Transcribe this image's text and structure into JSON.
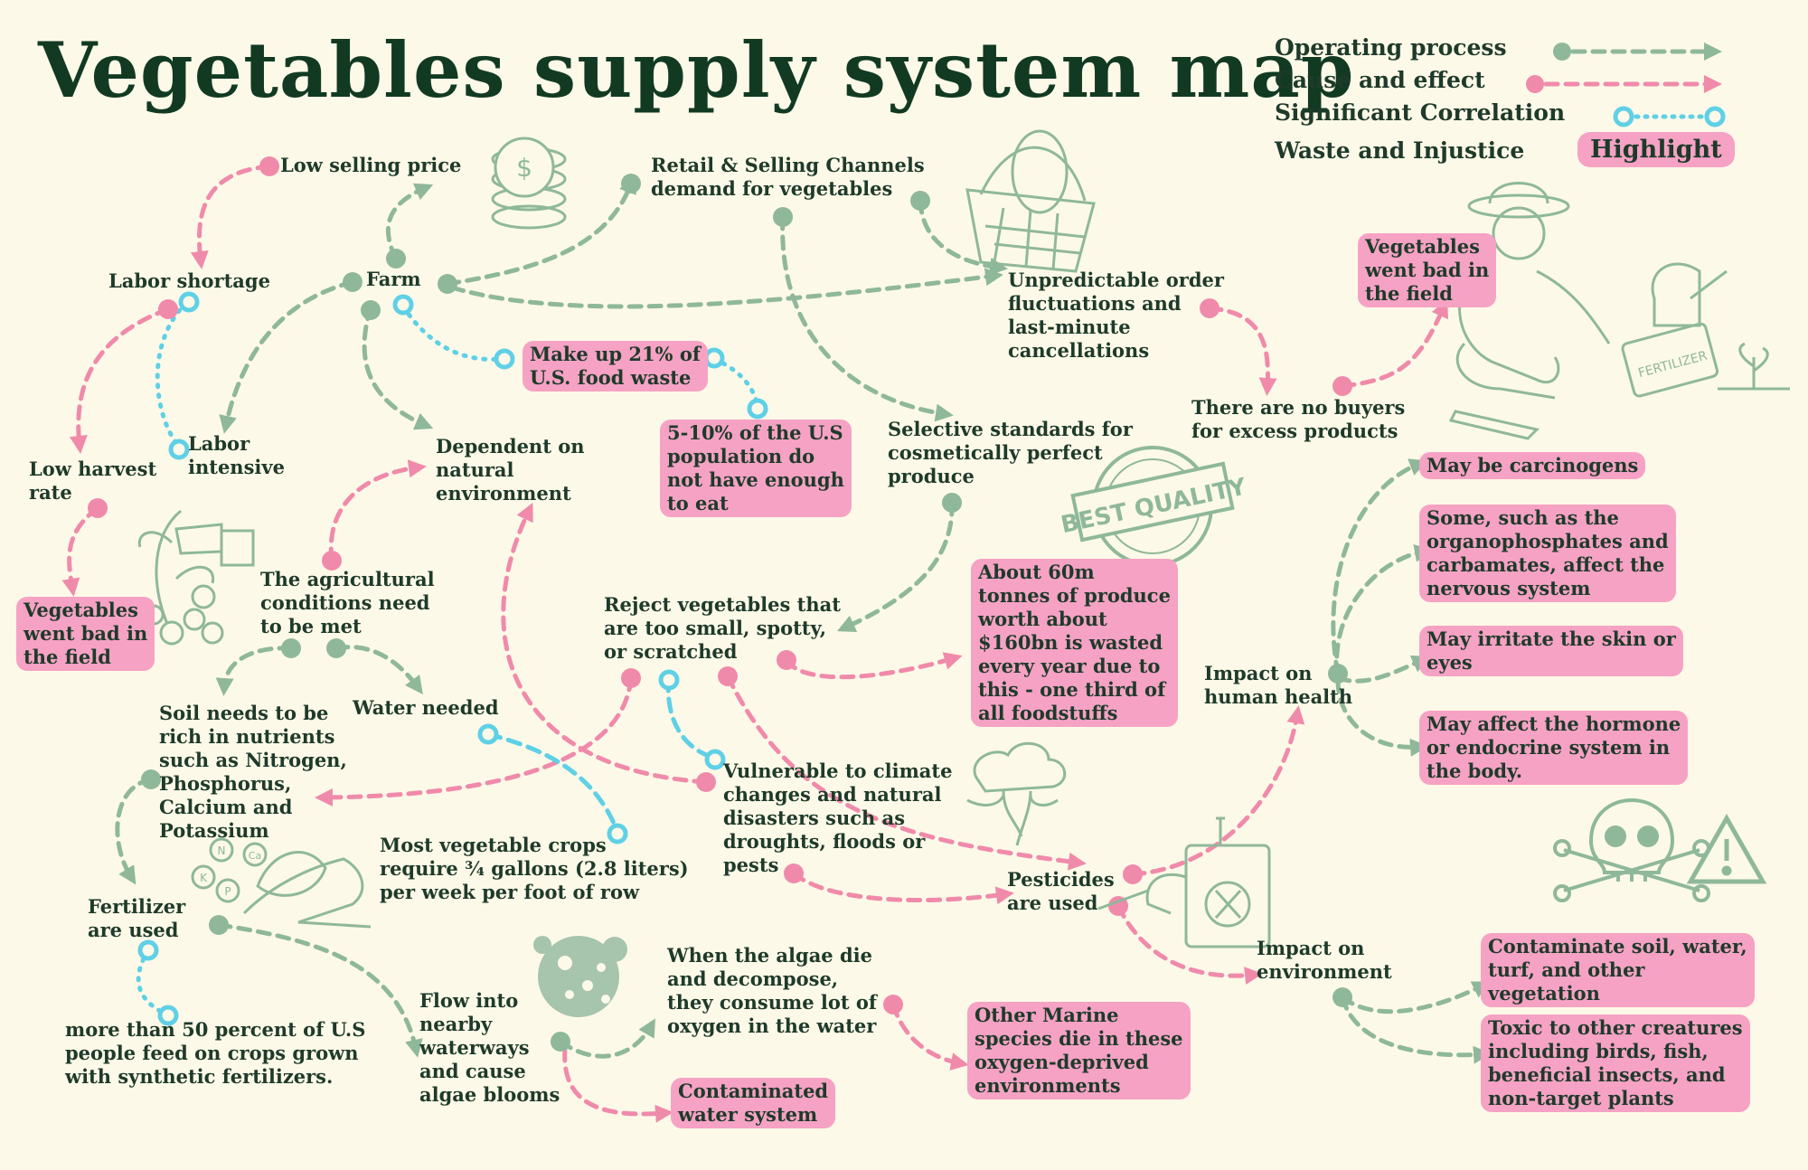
{
  "title": "Vegetables supply system map",
  "legend": {
    "operating": "Operating process",
    "cause": "Cause and effect",
    "correlation": "Significant Correlation",
    "waste": "Waste and Injustice",
    "highlight": "Highlight"
  },
  "colors": {
    "background": "#fdf9e8",
    "title": "#123a23",
    "operating_green": "#8fb89a",
    "cause_pink": "#f08aaa",
    "correlation_cyan": "#5fd0e6",
    "highlight_pink": "#f6a2c4"
  },
  "nodes": {
    "low_selling_price": "Low selling price",
    "labor_shortage": "Labor shortage",
    "farm": "Farm",
    "retail": "Retail & Selling Channels\ndemand for vegetables",
    "unpredictable": "Unpredictable order\nfluctuations and\nlast-minute\ncancellations",
    "food_waste_21": "Make up 21% of\nU.S. food waste",
    "not_enough_to_eat": "5-10% of the U.S\npopulation do\nnot have enough\nto eat",
    "no_buyers": "There are no buyers\nfor excess products",
    "went_bad_top": "Vegetables\nwent bad in\nthe field",
    "labor_intensive": "Labor\nintensive",
    "low_harvest": "Low harvest\nrate",
    "dependent": "Dependent on\nnatural\nenvironment",
    "selective": "Selective standards for\ncosmetically perfect\nproduce",
    "went_bad_left": "Vegetables\nwent bad in\nthe field",
    "agri_conditions": "The agricultural\nconditions need\nto be met",
    "reject": "Reject vegetables that\nare too small, spotty,\nor scratched",
    "sixty_m": "About 60m\ntonnes of produce\nworth about\n$160bn is wasted\nevery year due to\nthis - one third of\nall foodstuffs",
    "soil": "Soil needs to be\nrich in nutrients\nsuch as Nitrogen,\nPhosphorus,\nCalcium and\nPotassium",
    "water_needed": "Water needed",
    "vulnerable": "Vulnerable to climate\nchanges and natural\ndisasters such as\ndroughts, floods or\npests",
    "most_crops": "Most vegetable crops\nrequire ¾ gallons (2.8 liters)\nper week per foot of row",
    "fertilizer": "Fertilizer\nare used",
    "pesticides": "Pesticides\nare used",
    "impact_health": "Impact on\nhuman health",
    "carcinogens": "May be carcinogens",
    "nervous": "Some, such as the\norganophosphates and\ncarbamates, affect the\nnervous system",
    "skin": "May irritate the skin or\neyes",
    "hormone": "May affect the hormone\nor endocrine system in\nthe body.",
    "fifty_percent": "more than 50 percent of U.S\npeople feed on crops grown\nwith synthetic fertilizers.",
    "flow_into": "Flow into\nnearby\nwaterways\nand cause\nalgae blooms",
    "algae_die": "When the algae die\nand decompose,\nthey consume lot of\noxygen in the water",
    "marine": "Other Marine\nspecies die in these\noxygen-deprived\nenvironments",
    "contaminated_water": "Contaminated\nwater system",
    "impact_env": "Impact on\nenvironment",
    "contaminate_soil": "Contaminate soil, water,\nturf, and other\nvegetation",
    "toxic": "Toxic to other creatures\nincluding birds, fish,\nbeneficial insects, and\nnon-target plants"
  },
  "illustrations": {
    "best_quality_stamp": "BEST QUALITY",
    "fertilizer_bag": "FERTILIZER",
    "nutrient_n": "N",
    "nutrient_ca": "Ca",
    "nutrient_k": "K",
    "nutrient_p": "P",
    "coins": "coins-icon",
    "basket": "basket-icon",
    "gardener": "gardener-icon",
    "hand_plant": "hand-plant-icon",
    "hand_fertilizer": "hand-fertilizer-icon",
    "algae": "algae-icon",
    "explosion": "explosion-icon",
    "sprayer": "sprayer-icon",
    "skull": "skull-icon",
    "warning": "warning-icon"
  }
}
